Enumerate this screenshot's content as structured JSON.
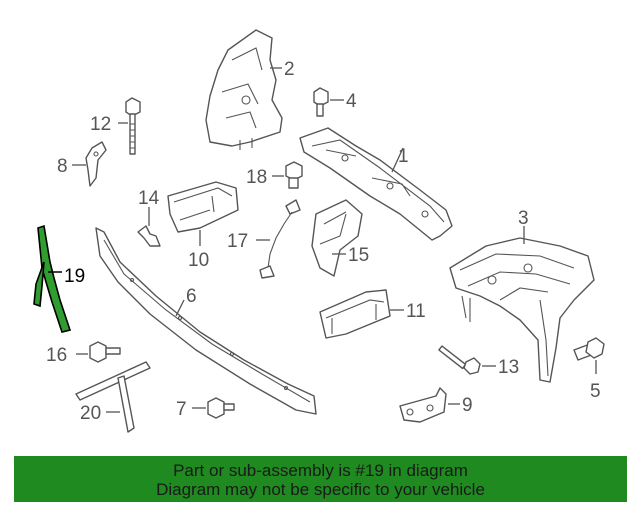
{
  "colors": {
    "highlight": "#2f9e2f",
    "banner_bg": "#1f8a1f",
    "line": "#555555",
    "banner_text": "#1a1a1a"
  },
  "callouts": {
    "c1": "1",
    "c2": "2",
    "c3": "3",
    "c4": "4",
    "c5": "5",
    "c6": "6",
    "c7": "7",
    "c8": "8",
    "c9": "9",
    "c10": "10",
    "c11": "11",
    "c12": "12",
    "c13": "13",
    "c14": "14",
    "c15": "15",
    "c16": "16",
    "c17": "17",
    "c18": "18",
    "c19": "19",
    "c20": "20"
  },
  "highlighted_part": "19",
  "banner": {
    "line1": "Part or sub-assembly is #19 in diagram",
    "line2": "Diagram may not be specific to your vehicle"
  }
}
